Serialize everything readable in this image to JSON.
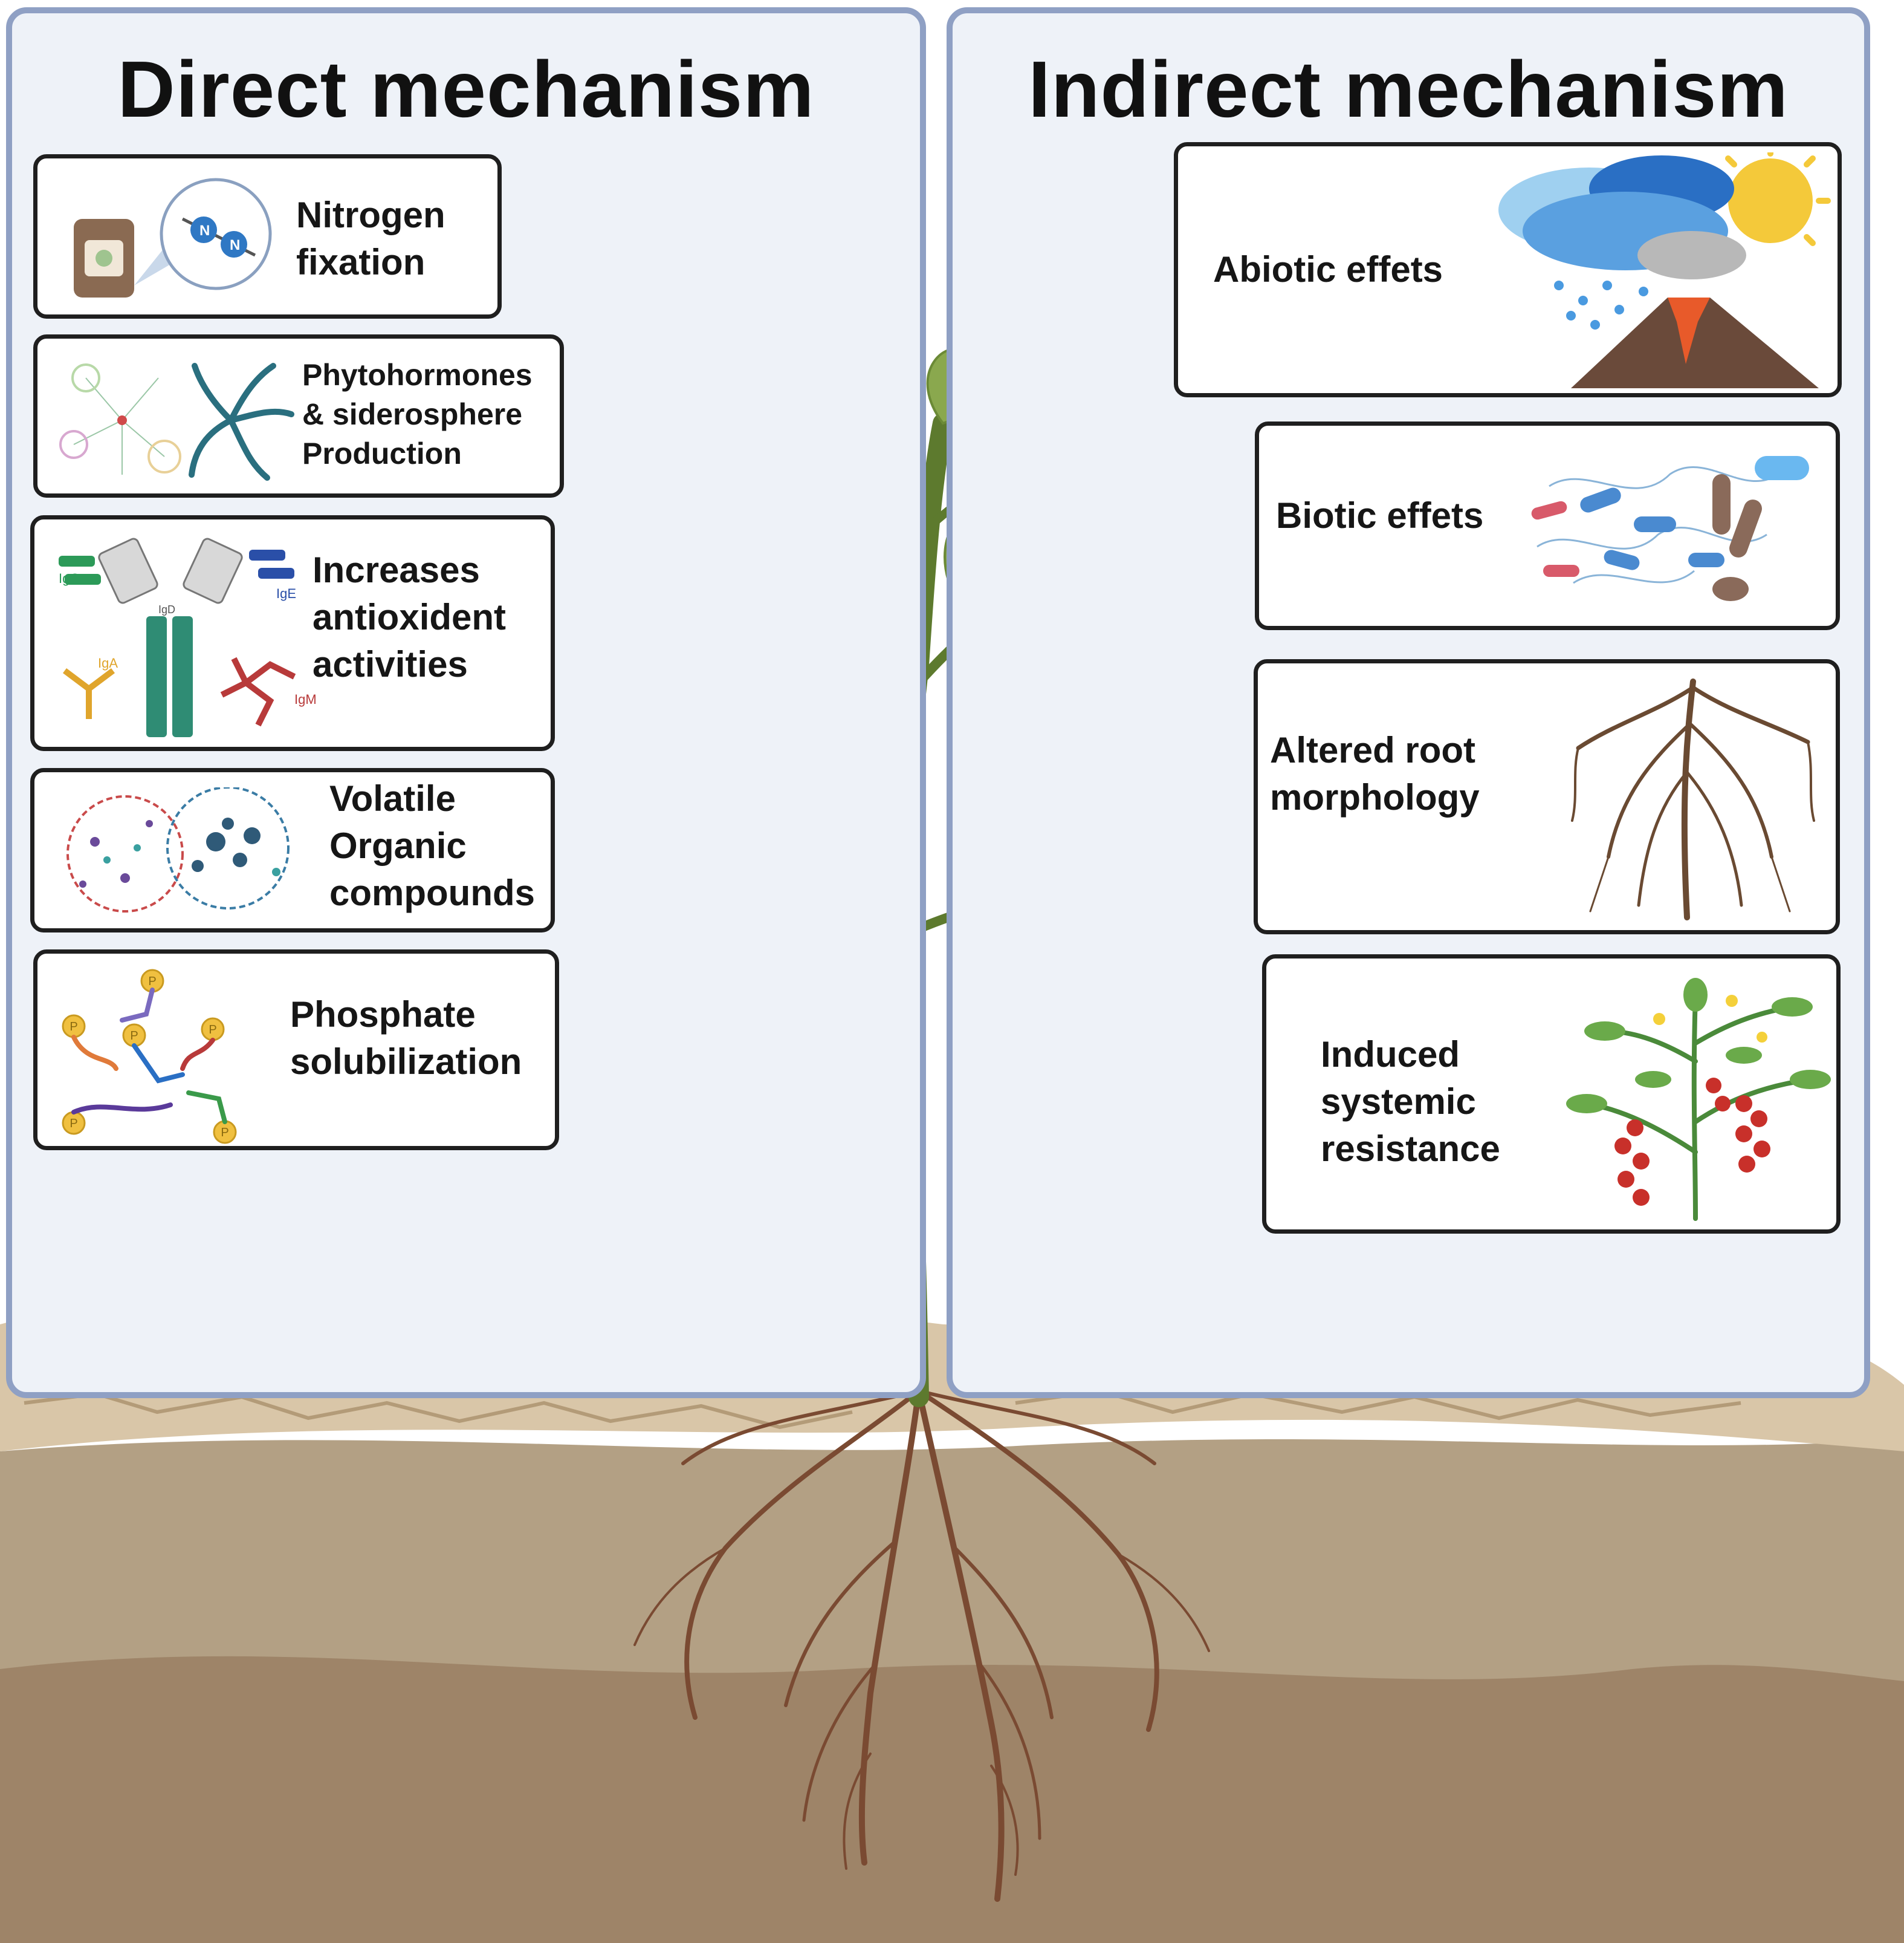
{
  "panels": {
    "direct": {
      "title": "Direct mechanism",
      "cards": [
        {
          "label": "Nitrogen\nfixation",
          "icon": "nitrogen-molecule-icon"
        },
        {
          "label": "Phytohormones\n& siderosphere\nProduction",
          "icon": "phytohormone-network-icon"
        },
        {
          "label": "Increases\nantioxident\nactivities",
          "icon": "antibody-icon",
          "antibodies": [
            "IgG",
            "IgE",
            "IgA",
            "IgM",
            "IgD"
          ]
        },
        {
          "label": "Volatile\nOrganic\ncompounds",
          "icon": "volatile-compounds-icon"
        },
        {
          "label": "Phosphate\nsolubilization",
          "icon": "phosphate-icon",
          "phosphate_symbol": "P"
        }
      ]
    },
    "indirect": {
      "title": "Indirect mechanism",
      "cards": [
        {
          "label": "Abiotic effets",
          "icon": "weather-volcano-icon"
        },
        {
          "label": "Biotic effets",
          "icon": "bacteria-icon"
        },
        {
          "label": "Altered root\nmorphology",
          "icon": "root-icon"
        },
        {
          "label": "Induced\nsystemic\nresistance",
          "icon": "tomato-plant-icon"
        }
      ]
    }
  },
  "colors": {
    "panel_bg": "#eef2f8",
    "panel_border": "#8fa0c4",
    "leaf": "#8aa84e",
    "leaf_vein": "#dfe7a8",
    "stem": "#5d7a2e",
    "soil_top": "#d9c6a8",
    "soil_mid": "#b3a084",
    "soil_bottom": "#9e8468",
    "root": "#7a4a32"
  }
}
